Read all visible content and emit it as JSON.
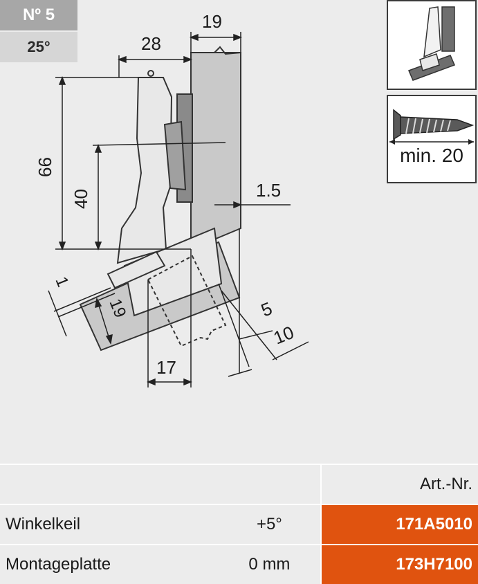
{
  "badge": {
    "number": "Nº 5",
    "angle": "25°"
  },
  "screw": {
    "label": "min. 20"
  },
  "dimensions": {
    "top_width": "19",
    "left_width": "28",
    "height_66": "66",
    "height_40": "40",
    "offset_15": "1.5",
    "offset_1": "1",
    "plate_19": "19",
    "depth_5": "5",
    "depth_10": "10",
    "bottom_17": "17"
  },
  "table": {
    "header": {
      "art_nr": "Art.-Nr."
    },
    "rows": [
      {
        "name": "Winkelkeil",
        "value": "+5°",
        "art": "171A5010"
      },
      {
        "name": "Montageplatte",
        "value": "0 mm",
        "art": "173H7100"
      }
    ]
  },
  "colors": {
    "accent": "#e0530f",
    "panel": "#c9c9c9",
    "hinge": "#e8e8e8"
  }
}
